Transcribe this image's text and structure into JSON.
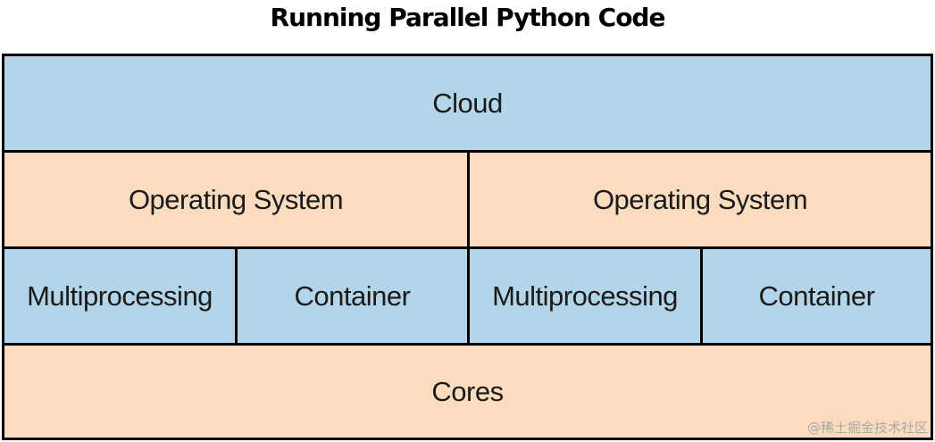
{
  "title": "Running Parallel Python Code",
  "layers": {
    "cloud": "Cloud",
    "operating_systems": [
      "Operating System",
      "Operating System"
    ],
    "units": [
      "Multiprocessing",
      "Container",
      "Multiprocessing",
      "Container"
    ],
    "cores": "Cores"
  },
  "colors": {
    "blue": "#b3d4e9",
    "tan": "#fbdcbf",
    "border": "#000000"
  },
  "watermark": "@稀土掘金技术社区"
}
